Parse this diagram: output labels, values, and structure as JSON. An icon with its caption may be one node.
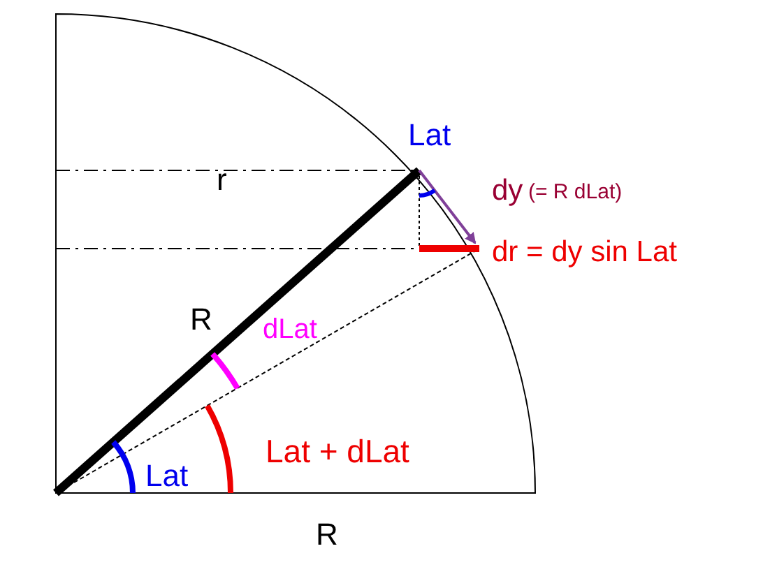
{
  "diagram": {
    "labels": [
      "r",
      "Lat",
      "dy",
      "(= R dLat)",
      "dr = dy sin Lat",
      "R",
      "dLat",
      "Lat",
      "Lat + dLat",
      "R"
    ]
  }
}
